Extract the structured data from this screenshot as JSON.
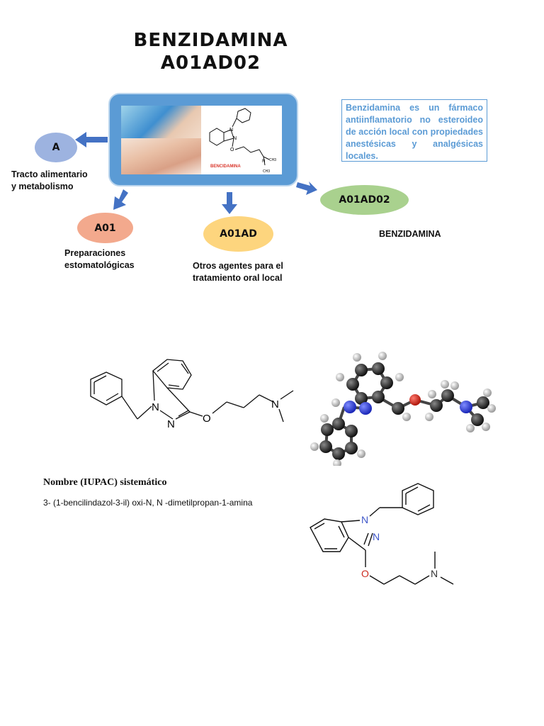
{
  "header": {
    "title_line1": "BENZIDAMINA",
    "title_line2": "A01AD02"
  },
  "panel": {
    "image_caption": "BENCIDAMINA",
    "structure_atoms": {
      "n1": "N",
      "n2": "N",
      "o": "O",
      "n_amine": "N",
      "me1": "CH3",
      "me2": "CH3"
    }
  },
  "nodes": {
    "a": {
      "code": "A",
      "label_line1": "Tracto alimentario",
      "label_line2": "y metabolismo"
    },
    "a01": {
      "code": "A01",
      "label_line1": "Preparaciones",
      "label_line2": "estomatológicas"
    },
    "a01ad": {
      "code": "A01AD",
      "label_line1": "Otros agentes para el",
      "label_line2": "tratamiento oral local"
    },
    "a01ad02": {
      "code": "A01AD02",
      "label": "BENZIDAMINA"
    }
  },
  "description": "Benzidamina es un fármaco antiinflamatorio no esteroideo de acción local con propiedades anestésicas y analgésicas locales.",
  "skeletal": {
    "n1": "N",
    "n2": "N",
    "o": "O",
    "n_amine": "N"
  },
  "iupac": {
    "heading": "Nombre (IUPAC) sistemático",
    "name": "3- (1-bencilindazol-3-il) oxi-N, N -dimetilpropan-1-amina"
  },
  "skeletal2": {
    "n1": "N",
    "n2": "N",
    "o": "O",
    "n_amine": "N"
  },
  "colors": {
    "accent_blue": "#5b9bd5",
    "node_a": "#9db3e0",
    "node_a01": "#f3a98d",
    "node_a01ad": "#fdd57e",
    "node_a01ad02": "#a9d18e",
    "oxygen": "#cc2b20",
    "nitrogen_3d": "#2b3fd9"
  }
}
